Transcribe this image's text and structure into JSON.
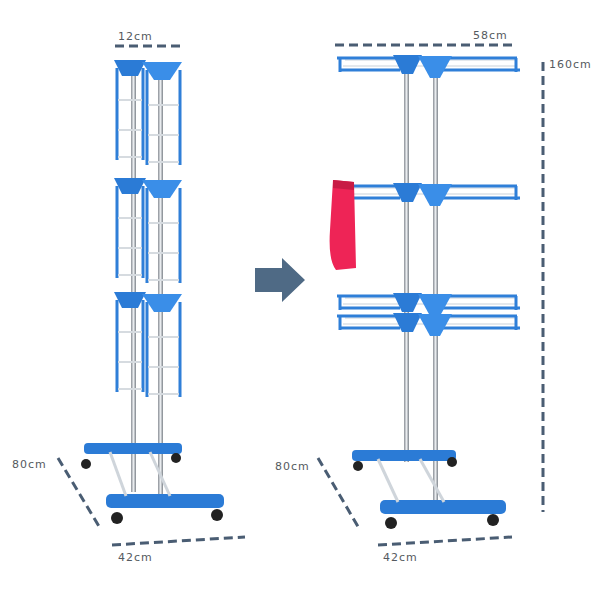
{
  "diagram": {
    "labels": [
      "12cm",
      "58cm",
      "160cm",
      "80cm",
      "42cm",
      "80cm",
      "42cm"
    ]
  }
}
